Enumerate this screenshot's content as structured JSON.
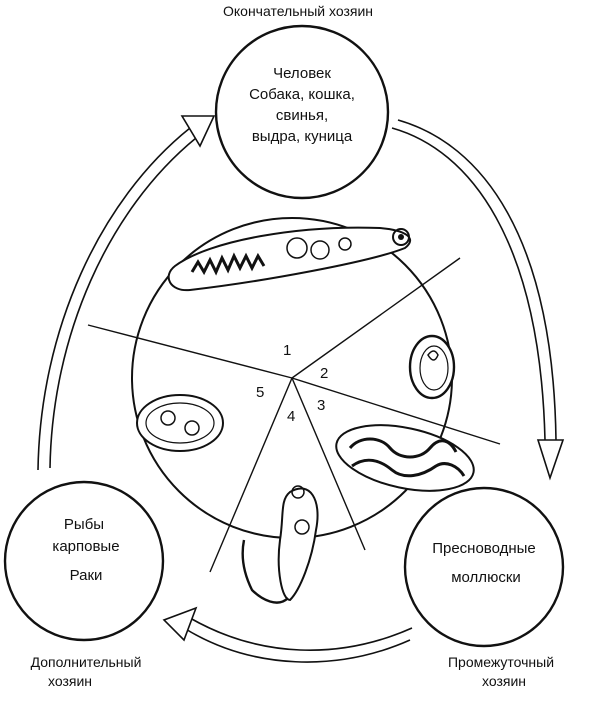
{
  "labels": {
    "definitive_host": "Окончательный хозяин",
    "intermediate_host_line1": "Промежуточный",
    "intermediate_host_line2": "хозяин",
    "additional_host_line1": "Дополнительный",
    "additional_host_line2": "хозяин"
  },
  "hosts": {
    "definitive": {
      "lines": [
        "Человек",
        "Собака, кошка,",
        "свинья,",
        "выдра, куница"
      ]
    },
    "intermediate": {
      "lines": [
        "Пресноводные",
        "моллюски"
      ]
    },
    "additional": {
      "lines": [
        "Рыбы",
        "карповые",
        "Раки"
      ]
    }
  },
  "stages": [
    "1",
    "2",
    "3",
    "4",
    "5"
  ]
}
